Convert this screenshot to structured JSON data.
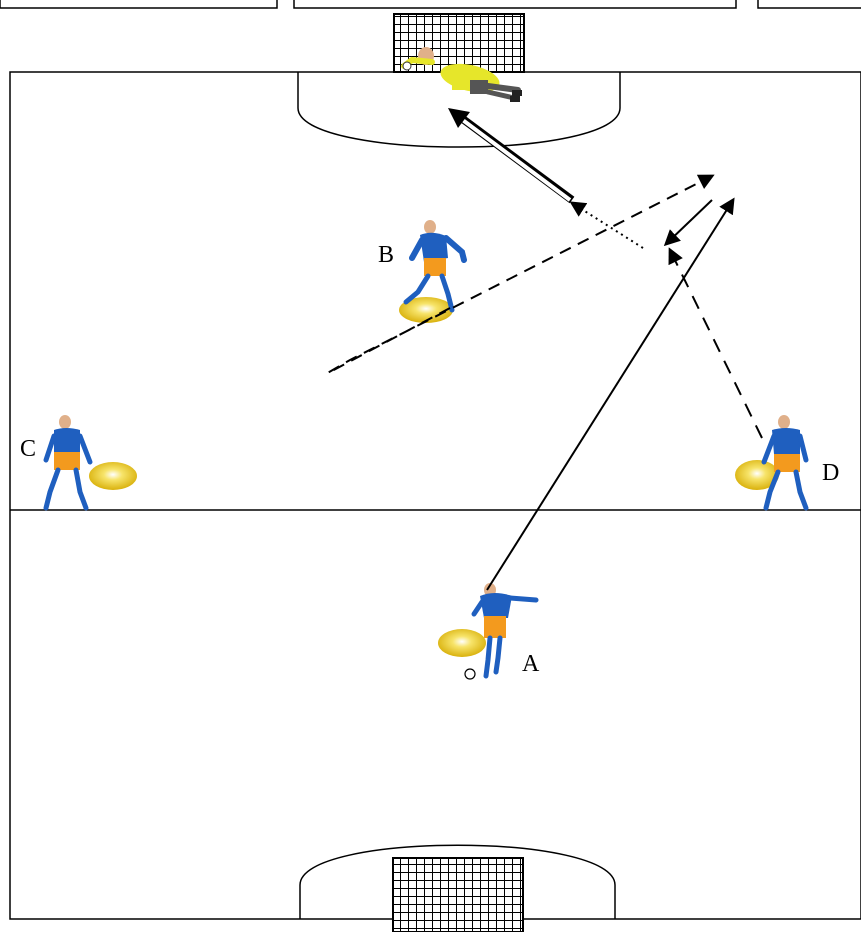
{
  "players": [
    {
      "id": "A",
      "label": "A"
    },
    {
      "id": "B",
      "label": "B"
    },
    {
      "id": "C",
      "label": "C"
    },
    {
      "id": "D",
      "label": "D"
    }
  ],
  "colors": {
    "lines": "#000000",
    "shirt": "#1f5fbf",
    "shorts": "#f39a1e",
    "socks": "#1f5fbf",
    "skin": "#e0b08a",
    "keeper_shirt": "#e6e62a",
    "keeper_shorts": "#555555",
    "disc": "#f2d21c",
    "net": "#000000"
  },
  "icons": [
    "goal-net-icon",
    "goalkeeper-icon",
    "player-icon",
    "cone-disc-icon",
    "ball-icon"
  ]
}
